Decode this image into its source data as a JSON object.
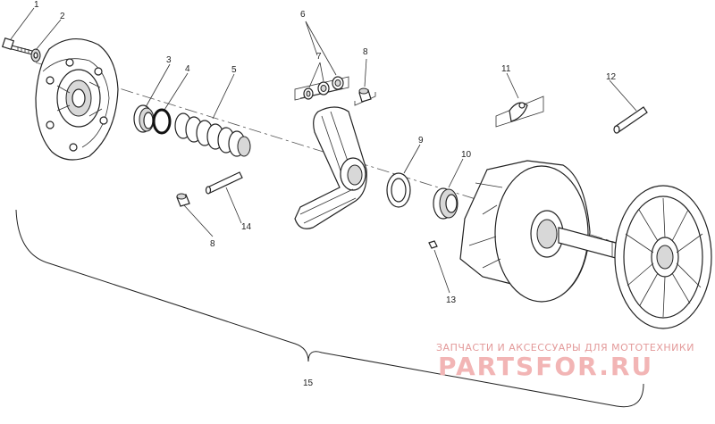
{
  "callouts": {
    "c1": "1",
    "c2": "2",
    "c3": "3",
    "c4": "4",
    "c5": "5",
    "c6": "6",
    "c7": "7",
    "c8a": "8",
    "c8b": "8",
    "c9": "9",
    "c10": "10",
    "c11": "11",
    "c12": "12",
    "c13": "13",
    "c14": "14",
    "c15": "15"
  },
  "watermark": {
    "tagline": "ЗАПЧАСТИ И АКСЕССУАРЫ ДЛЯ МОТОТЕХНИКИ",
    "brand": "PARTSFOR.RU"
  },
  "colors": {
    "line": "#222222",
    "watermark_text": "#e39a9a",
    "watermark_logo": "#f2b5b5"
  }
}
